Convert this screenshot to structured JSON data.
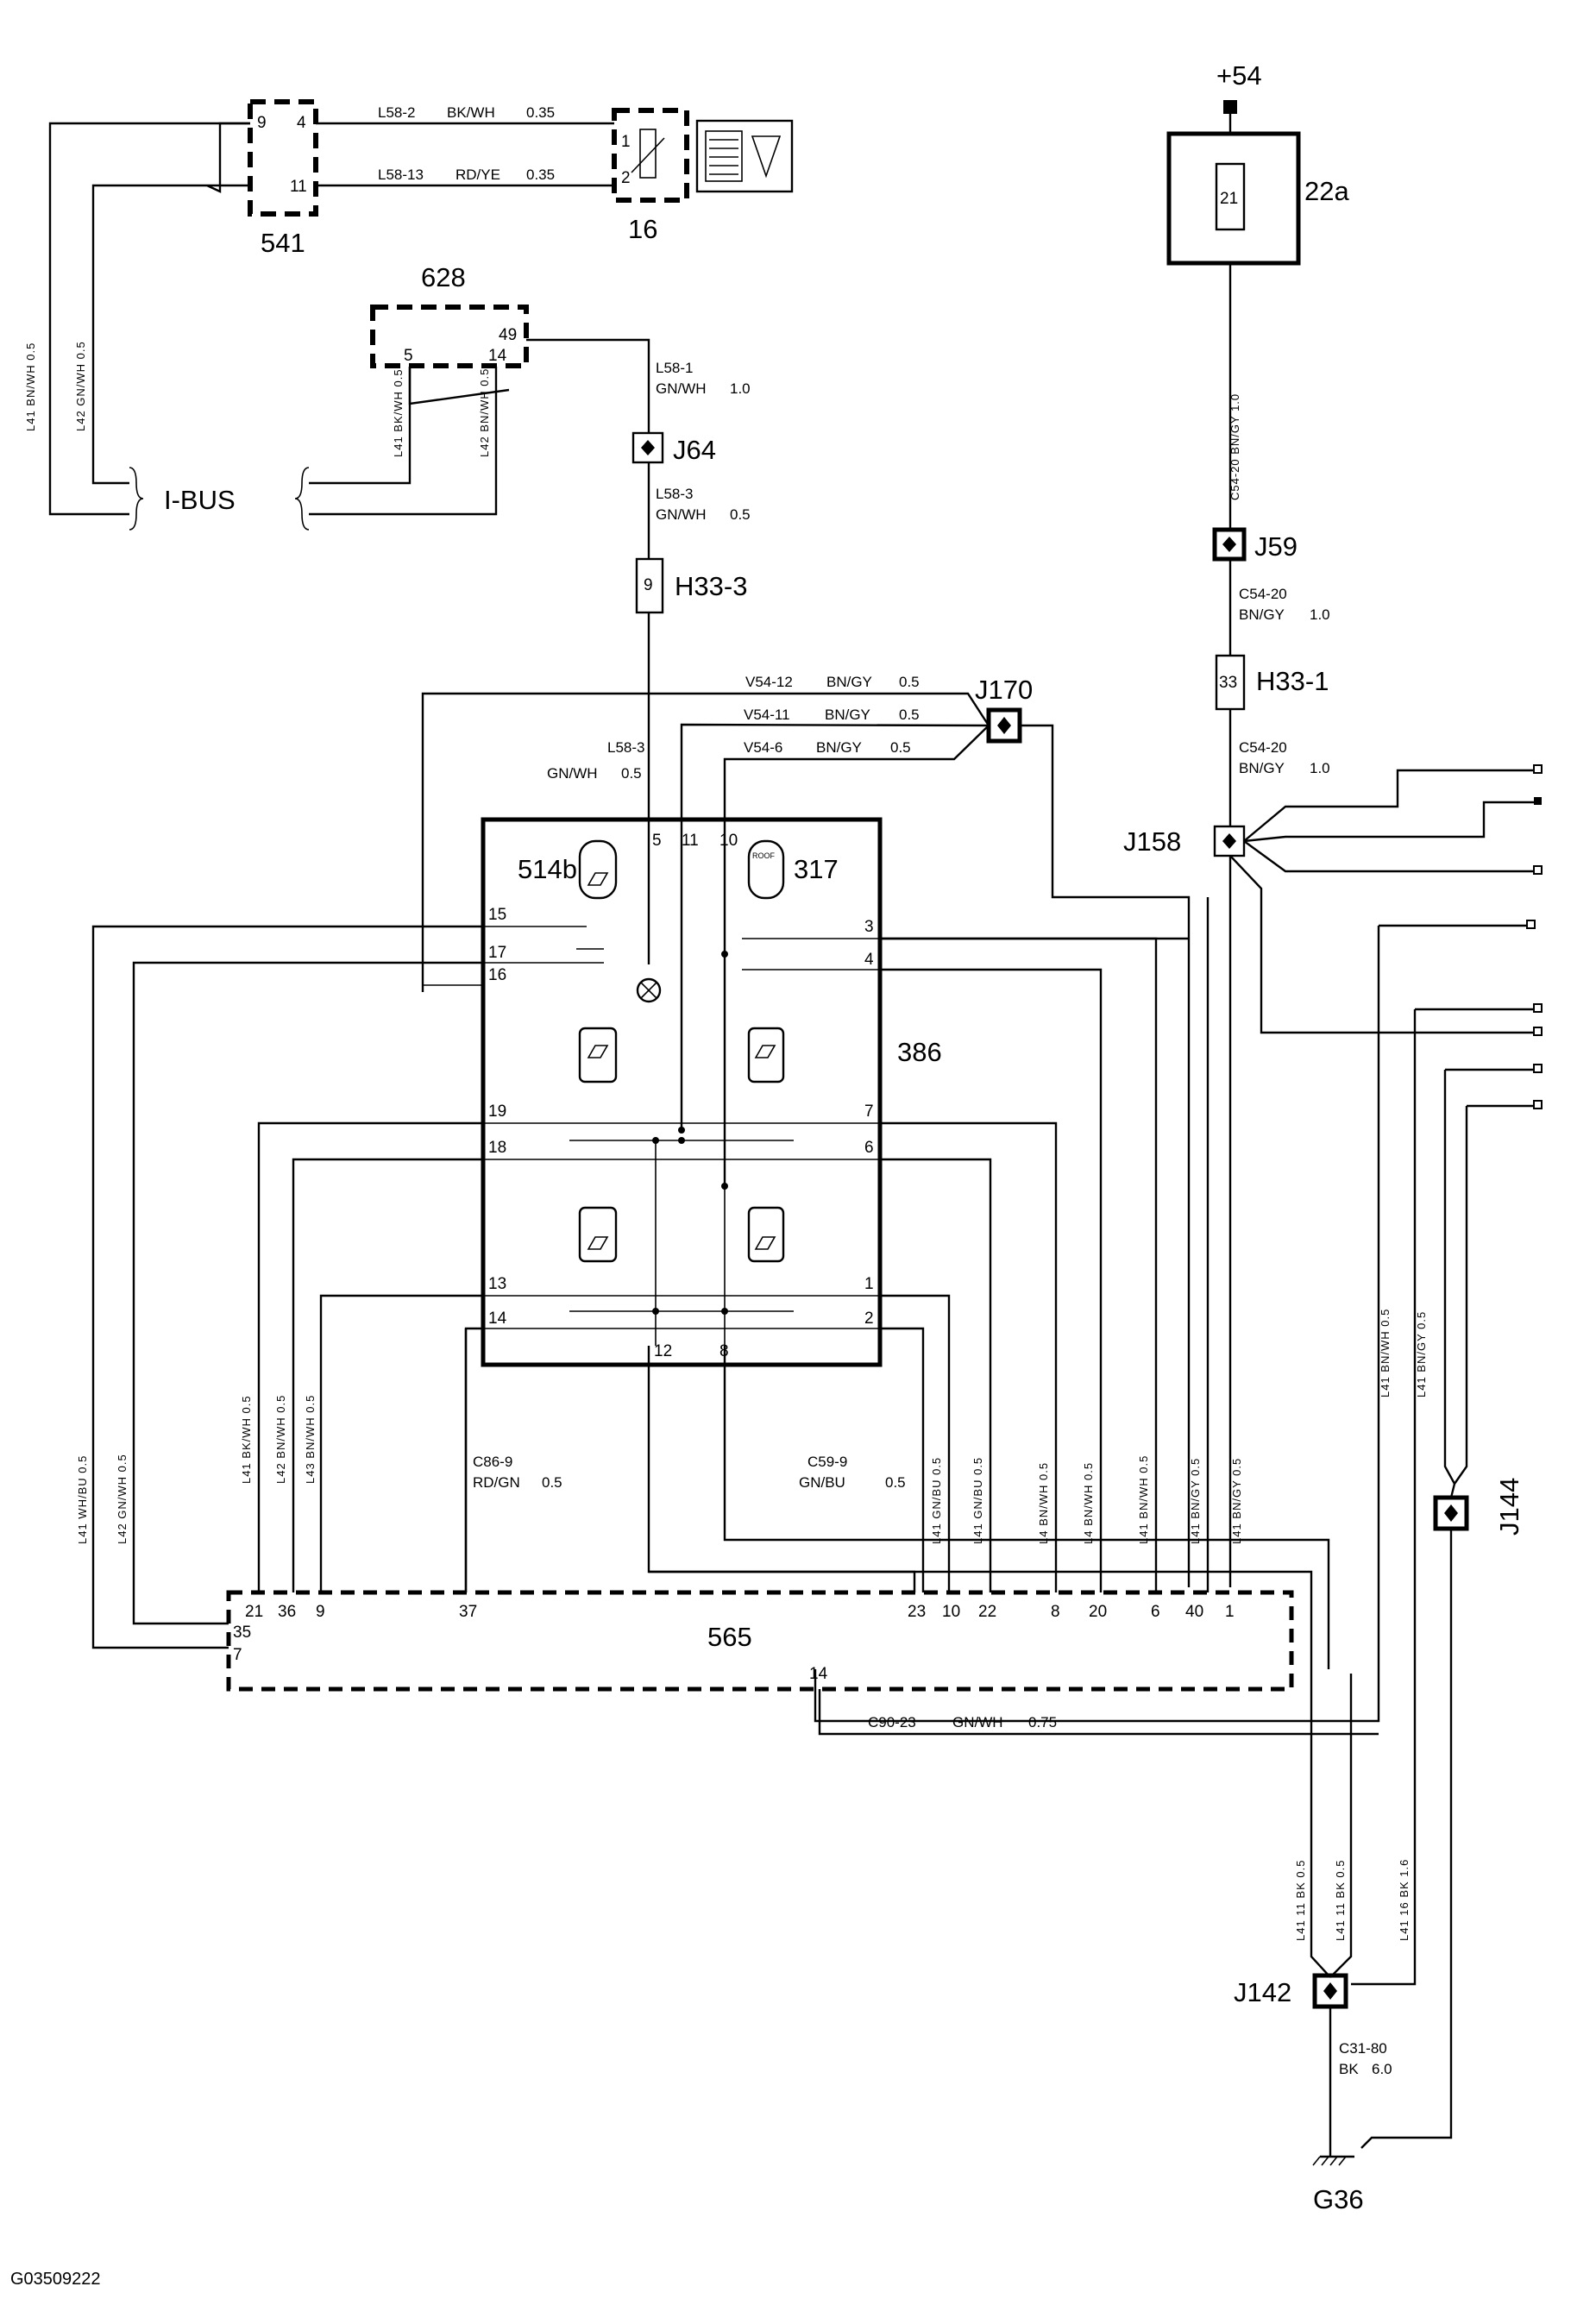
{
  "figure_id": "G03509222",
  "supply": "+54",
  "bus_label": "I-BUS",
  "components": {
    "c541": {
      "label": "541",
      "pins": [
        "9",
        "4",
        "11"
      ]
    },
    "c16": {
      "label": "16",
      "pins": [
        "1",
        "2"
      ]
    },
    "c628": {
      "label": "628",
      "pins": [
        "49",
        "5",
        "14"
      ]
    },
    "c22a": {
      "label": "22a",
      "fuse": "21"
    },
    "c386": {
      "label": "386",
      "pins_top": [
        "5",
        "11",
        "10"
      ],
      "pins_left": [
        "15",
        "17",
        "16",
        "19",
        "18",
        "13",
        "14"
      ],
      "pins_right": [
        "3",
        "4",
        "7",
        "6",
        "1",
        "2"
      ],
      "pins_bottom": [
        "12",
        "8"
      ]
    },
    "c514b": {
      "label": "514b"
    },
    "c317": {
      "label": "317",
      "roof_text": "ROOF"
    },
    "c565": {
      "label": "565",
      "pins_top": [
        "21",
        "36",
        "9",
        "37",
        "23",
        "10",
        "22",
        "8",
        "20",
        "6",
        "40",
        "1"
      ],
      "pins_left": [
        "35",
        "7"
      ],
      "pin_bottom": "14"
    }
  },
  "connectors": {
    "h33_3": {
      "label": "H33-3",
      "pin": "9"
    },
    "h33_1": {
      "label": "H33-1",
      "pin": "33"
    }
  },
  "junctions": [
    "J64",
    "J59",
    "J170",
    "J158",
    "J144",
    "J142"
  ],
  "ground": "G36",
  "wires": {
    "l58_2": {
      "id": "L58-2",
      "color": "BK/WH",
      "size": "0.35"
    },
    "l58_13": {
      "id": "L58-13",
      "color": "RD/YE",
      "size": "0.35"
    },
    "l58_1": {
      "id": "L58-1",
      "color": "GN/WH",
      "size": "1.0"
    },
    "l58_3a": {
      "id": "L58-3",
      "color": "GN/WH",
      "size": "0.5"
    },
    "l58_3b": {
      "id": "L58-3",
      "color": "GN/WH",
      "size": "0.5"
    },
    "v54_12": {
      "id": "V54-12",
      "color": "BN/GY",
      "size": "0.5"
    },
    "v54_11": {
      "id": "V54-11",
      "color": "BN/GY",
      "size": "0.5"
    },
    "v54_6": {
      "id": "V54-6",
      "color": "BN/GY",
      "size": "0.5"
    },
    "c54_20a": {
      "id": "C54-20",
      "color": "BN/GY",
      "size": "1.0"
    },
    "c54_20b": {
      "id": "C54-20",
      "color": "BN/GY",
      "size": "1.0"
    },
    "c86_9": {
      "id": "C86-9",
      "color": "RD/GN",
      "size": "0.5"
    },
    "c59_9": {
      "id": "C59-9",
      "color": "GN/BU",
      "size": "0.5"
    },
    "c90_23": {
      "id": "C90-23",
      "color": "GN/WH",
      "size": "0.75"
    },
    "c31_80": {
      "id": "C31-80",
      "color": "BK",
      "size": "6.0"
    }
  },
  "vertical_wire_marks": {
    "left": [
      "L41 WH/BU 0.5",
      "L42 GN/WH 0.5",
      "L41 BK/WH 0.5",
      "L42 BN/WH 0.5",
      "L43 BN/WH 0.5"
    ],
    "right": [
      "L41 GN/BU 0.5",
      "L41 GN/BU 0.5",
      "L4 BN/WH 0.5",
      "L4 BN/WH 0.5",
      "L41 BN/WH 0.5",
      "L41 BN/GY 0.5",
      "L41 BN/GY 0.5"
    ],
    "bottom": [
      "L41 11 BK 0.5",
      "L41 11 BK 0.5",
      "L41 16 BK 1.6"
    ],
    "top_right": "C54-20 BN/GY 1.0"
  }
}
